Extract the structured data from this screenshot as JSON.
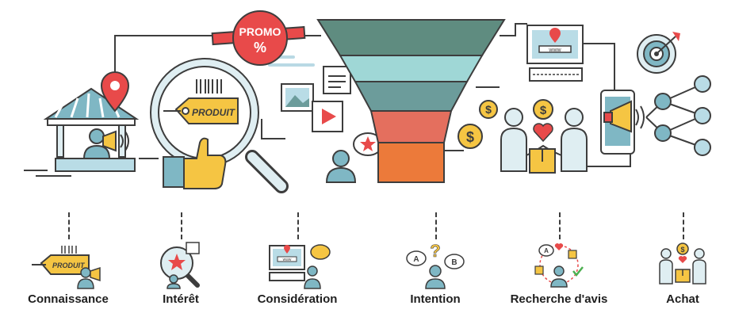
{
  "banner": {
    "promo_line1": "PROMO",
    "promo_line2": "%"
  },
  "tag": {
    "produit_large": "PRODUIT",
    "produit_small": "PRODUIT"
  },
  "screen": {
    "www_large": "www",
    "www_small": "www"
  },
  "symbols": {
    "dollar": "$",
    "choice_a": "A",
    "choice_b": "B",
    "question": "?"
  },
  "stages": [
    {
      "label": "Connaissance"
    },
    {
      "label": "Intérêt"
    },
    {
      "label": "Considération"
    },
    {
      "label": "Intention"
    },
    {
      "label": "Recherche d'avis"
    },
    {
      "label": "Achat"
    }
  ],
  "funnel_colors": [
    "#5f8c80",
    "#9fd7d6",
    "#6c9c9b",
    "#e46f5e",
    "#ec7a3a"
  ],
  "colors": {
    "accent_yellow": "#f5c543",
    "accent_red": "#e84a4a",
    "line": "#3d3d3d",
    "teal": "#7fb7c4"
  }
}
